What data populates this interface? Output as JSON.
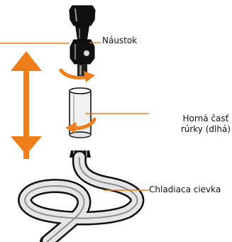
{
  "labels": {
    "mouthpiece": "Náustok",
    "upper_tube_line1": "Horná časť",
    "upper_tube_line2": "rúrky (dlhá)",
    "cooling_coil": "Chladiaca cievka"
  },
  "colors": {
    "accent": "#ef7d1a",
    "ink": "#111111",
    "glass": "#f1f1f1"
  },
  "icons": {
    "height_arrow": "double-vertical-arrow",
    "twist_top": "curved-rotation-arrow",
    "twist_tube": "curved-rotation-arrow"
  }
}
